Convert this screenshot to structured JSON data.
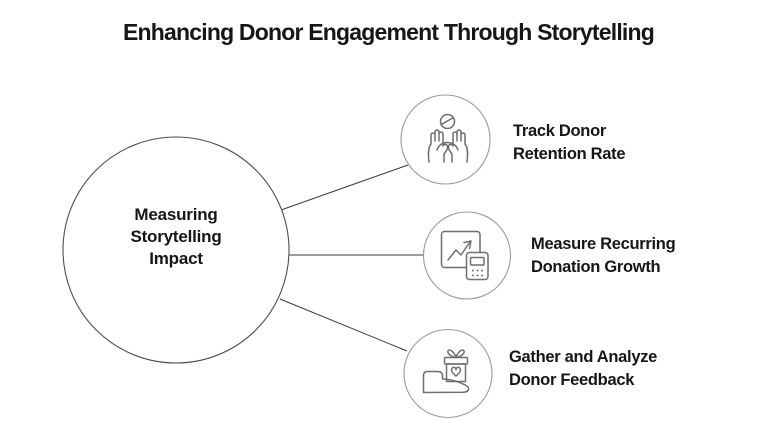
{
  "title": "Enhancing Donor Engagement Through Storytelling",
  "center_node": {
    "label": "Measuring\nStorytelling\nImpact"
  },
  "nodes": [
    {
      "label": "Track Donor\nRetention Rate",
      "icon": "hands-holding-person-icon"
    },
    {
      "label": "Measure Recurring\nDonation Growth",
      "icon": "growth-chart-calculator-icon"
    },
    {
      "label": "Gather and Analyze\nDonor Feedback",
      "icon": "hand-gift-heart-icon"
    }
  ],
  "colors": {
    "background": "#ffffff",
    "text": "#161616",
    "center_circle_stroke": "#4d4d4d",
    "node_circle_stroke": "#9b9b9b",
    "icon_stroke": "#6f6f6f",
    "connector_line": "#3c3c3c"
  }
}
